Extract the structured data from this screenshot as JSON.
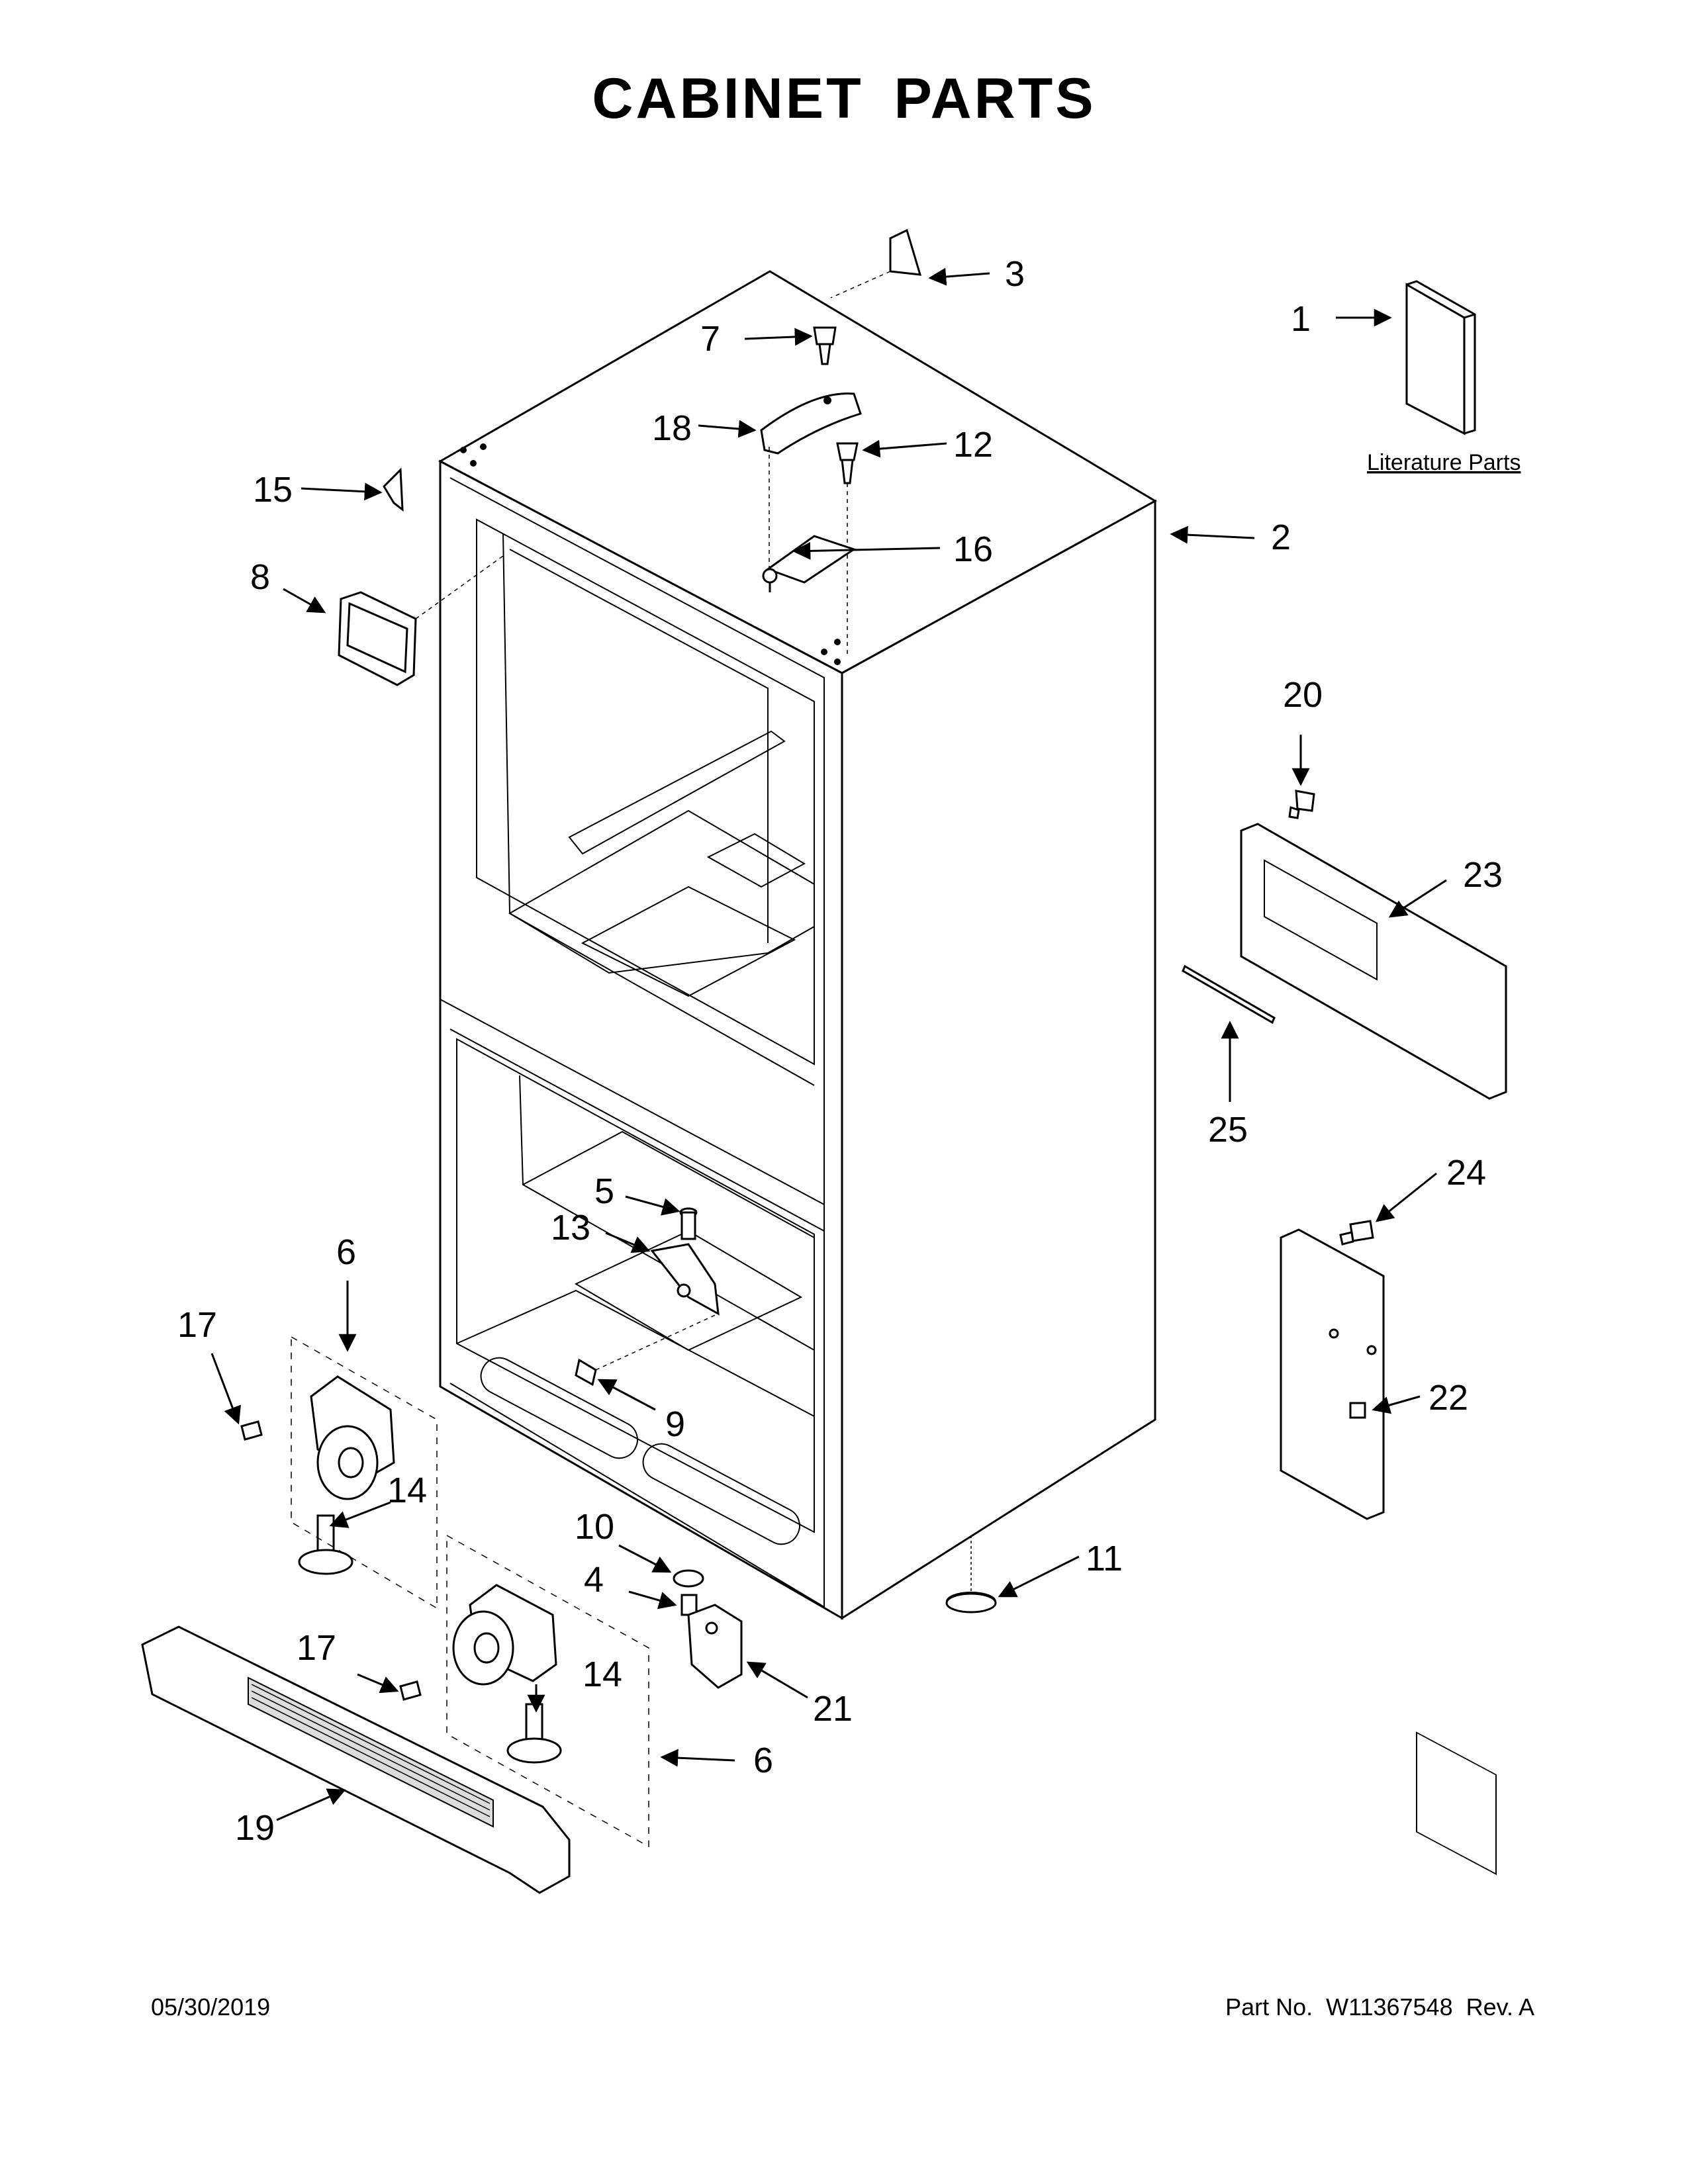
{
  "title": "CABINET PARTS",
  "literature_label": "Literature Parts",
  "callouts": {
    "c1": "1",
    "c2": "2",
    "c3": "3",
    "c4": "4",
    "c5": "5",
    "c6a": "6",
    "c6b": "6",
    "c7": "7",
    "c8": "8",
    "c9": "9",
    "c10": "10",
    "c11": "11",
    "c12": "12",
    "c13": "13",
    "c14a": "14",
    "c14b": "14",
    "c15": "15",
    "c16": "16",
    "c17a": "17",
    "c17b": "17",
    "c18": "18",
    "c19": "19",
    "c20": "20",
    "c21": "21",
    "c22": "22",
    "c23": "23",
    "c24": "24",
    "c25": "25"
  },
  "footer": {
    "date": "05/30/2019",
    "part_label": "Part No.",
    "part_number": "W11367548",
    "revision": "Rev. A"
  }
}
